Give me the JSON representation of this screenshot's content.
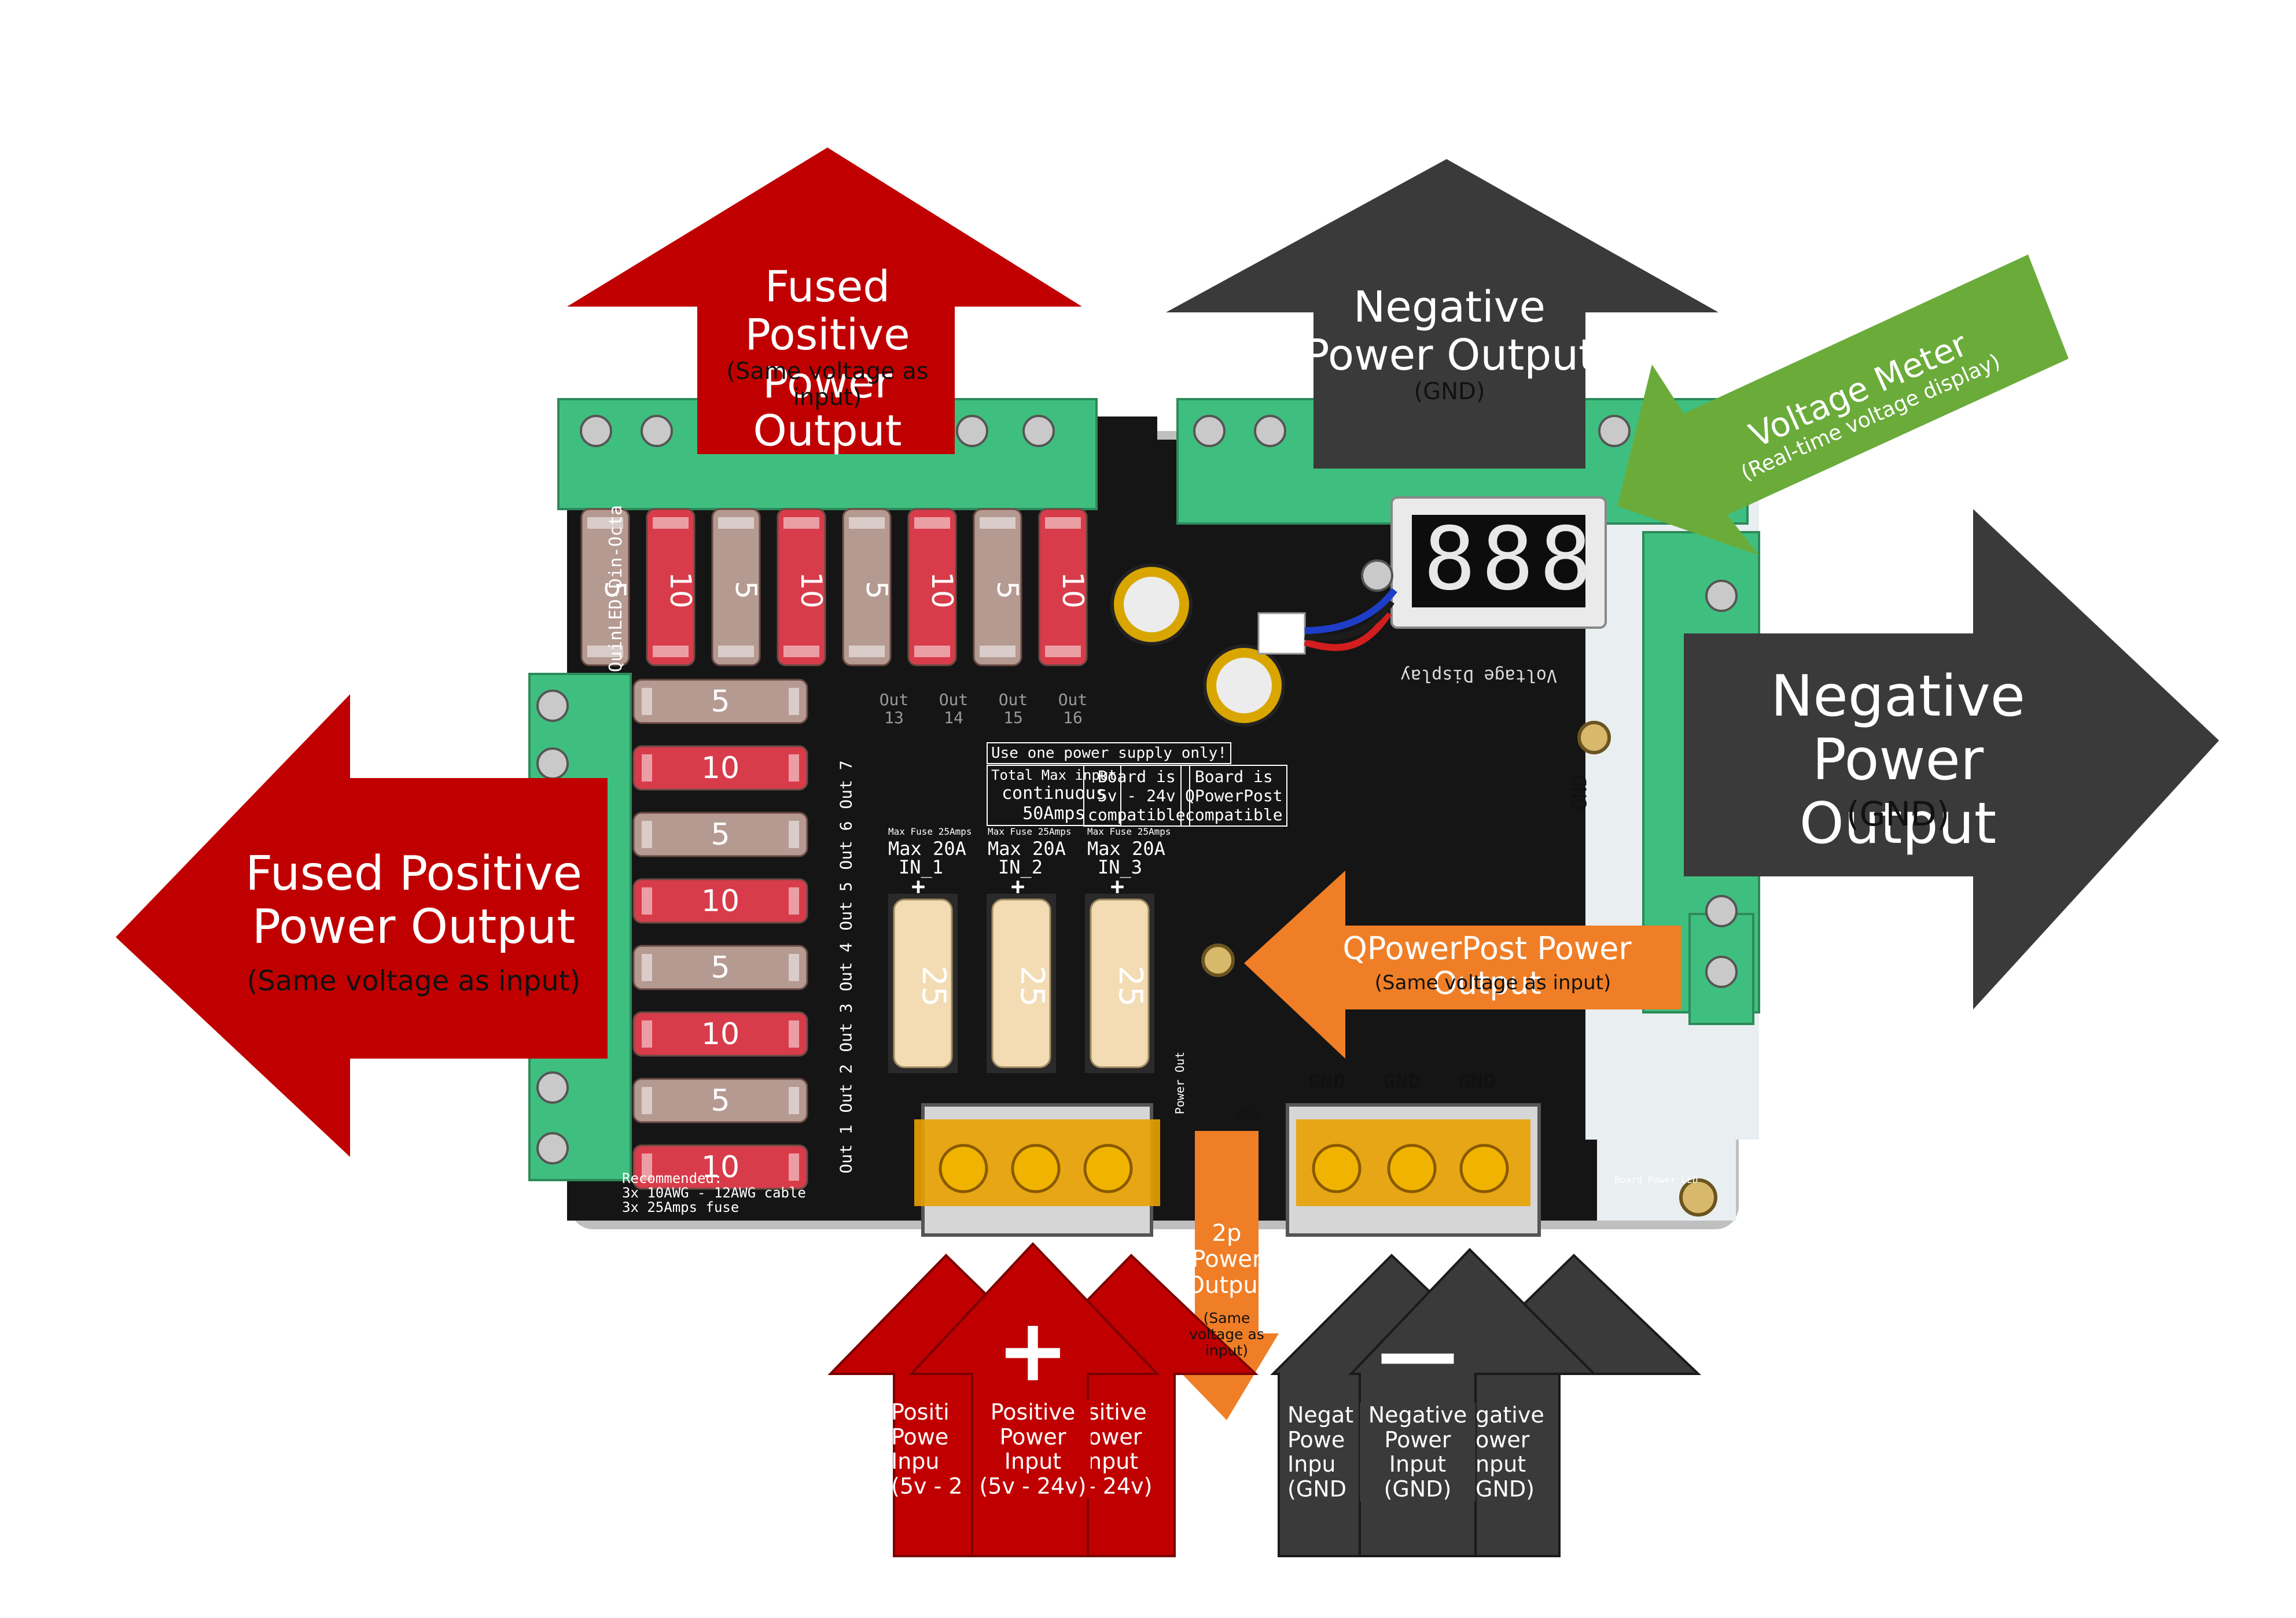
{
  "colors": {
    "red_arrow": "#c00000",
    "dark_arrow": "#3a3a3a",
    "green_arrow": "#6aab3a",
    "orange_arrow": "#f07e26",
    "pcb": "#111111",
    "terminal": "#3fbf7f",
    "fuse_red": "#d83c4a",
    "fuse_grey": "#b59a92",
    "fuse_cream": "#f3dcb4",
    "barrier": "#e8a100"
  },
  "callouts": {
    "fused_top": {
      "line1": "Fused Positive",
      "line2": "Power Output",
      "sub1": "(Same voltage as",
      "sub2": "input)"
    },
    "neg_top": {
      "line1": "Negative",
      "line2": "Power Output",
      "sub": "(GND)"
    },
    "voltage_meter": {
      "title": "Voltage Meter",
      "sub": "(Real-time voltage display)"
    },
    "neg_right": {
      "line1": "Negative Power",
      "line2": "Output",
      "sub": "(GND)"
    },
    "fused_left": {
      "line1": "Fused Positive",
      "line2": "Power Output",
      "sub": "(Same voltage as input)"
    },
    "qpowerpost": {
      "title": "QPowerPost Power Output",
      "sub": "(Same voltage as input)"
    },
    "two_pin": {
      "l1": "2p",
      "l2": "Power",
      "l3": "Output",
      "s1": "(Same",
      "s2": "voltage as",
      "s3": "input)"
    },
    "pos_input": {
      "sym": "+",
      "l1": "Positive",
      "l2": "Power",
      "l3": "Input",
      "l4": "(5v - 24v)",
      "left_l1": "Positi",
      "left_l2": "Powe",
      "left_l3": "Inpu",
      "left_l4": "(5v - 2",
      "right_l1": "sitive",
      "right_l2": "ower",
      "right_l3": "nput",
      "right_l4": "- 24v)"
    },
    "neg_input": {
      "sym": "—",
      "l1": "Negative",
      "l2": "Power",
      "l3": "Input",
      "l4": "(GND)",
      "left_l1": "Negat",
      "left_l2": "Powe",
      "left_l3": "Inpu",
      "left_l4": "(GND",
      "right_l1": "gative",
      "right_l2": "ower",
      "right_l3": "nput",
      "right_l4": "GND)"
    }
  },
  "board": {
    "name": "QuinLED-Din-Octa",
    "display_digits": "888",
    "voltage_display": "Voltage Display",
    "gnd_vertical": "GND",
    "gnd_labels": [
      "GND",
      "GND",
      "GND"
    ],
    "top_fuses": [
      "5",
      "10",
      "5",
      "10",
      "5",
      "10",
      "5",
      "10"
    ],
    "left_fuses": [
      "5",
      "10",
      "5",
      "10",
      "5",
      "10",
      "5",
      "10"
    ],
    "out_top": [
      "Out 13",
      "Out 14",
      "Out 15",
      "Out 16"
    ],
    "out_left": [
      "Out 7",
      "Out 6",
      "Out 5",
      "Out 4",
      "Out 3",
      "Out 2",
      "Out 1"
    ],
    "inputs": [
      {
        "max": "Max 20A",
        "name": "IN_1",
        "fuse_note": "Max Fuse 25Amps"
      },
      {
        "max": "Max 20A",
        "name": "IN_2",
        "fuse_note": "Max Fuse 25Amps"
      },
      {
        "max": "Max 20A",
        "name": "IN_3",
        "fuse_note": "Max Fuse 25Amps"
      }
    ],
    "input_fuse_value": "25",
    "one_supply": "Use one power supply only!",
    "total_max": [
      "Total Max input",
      "continuous",
      "50Amps"
    ],
    "board_is": [
      "Board is",
      "5v - 24v",
      "compatible"
    ],
    "board_is_qpp": [
      "Board is",
      "QPowerPost",
      "compatible"
    ],
    "recommended": [
      "Recommended:",
      "3x 10AWG - 12AWG cable",
      "3x 25Amps fuse"
    ],
    "power_out": "Power Out",
    "board_power_led": "Board Power LED",
    "gnd_small": "GND"
  }
}
